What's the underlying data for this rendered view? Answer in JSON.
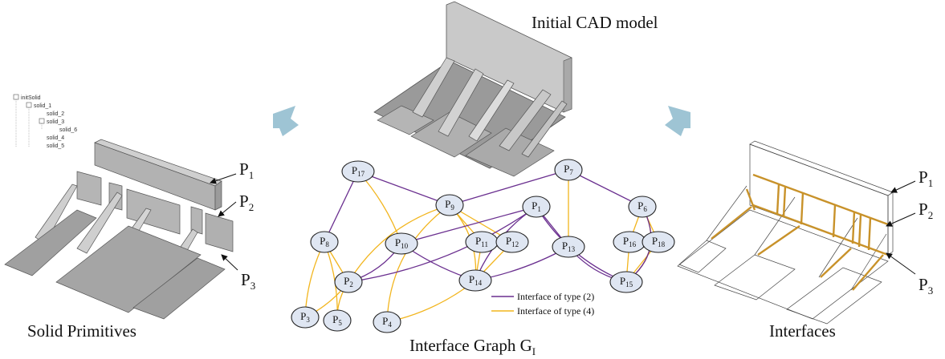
{
  "titles": {
    "cad_model": "Initial CAD model",
    "solid_primitives": "Solid Primitives",
    "interface_graph": "Interface Graph G",
    "interface_graph_sub": "I",
    "interfaces": "Interfaces"
  },
  "tree": [
    "initSolid",
    "solid_1",
    "solid_2",
    "solid_3",
    "solid_6",
    "solid_4",
    "solid_5"
  ],
  "left_labels": [
    {
      "base": "P",
      "sub": "1"
    },
    {
      "base": "P",
      "sub": "2"
    },
    {
      "base": "P",
      "sub": "3"
    }
  ],
  "right_labels": [
    {
      "base": "P",
      "sub": "1"
    },
    {
      "base": "P",
      "sub": "2"
    },
    {
      "base": "P",
      "sub": "3"
    }
  ],
  "legend": {
    "type2": "Interface of type (2)",
    "type4": "Interface of type (4)",
    "color_type2": "#6a2f8f",
    "color_type4": "#f2b51d"
  },
  "graph": {
    "nodes": [
      {
        "id": "P17",
        "base": "P",
        "sub": "17"
      },
      {
        "id": "P7",
        "base": "P",
        "sub": "7"
      },
      {
        "id": "P9",
        "base": "P",
        "sub": "9"
      },
      {
        "id": "P1",
        "base": "P",
        "sub": "1"
      },
      {
        "id": "P6",
        "base": "P",
        "sub": "6"
      },
      {
        "id": "P8",
        "base": "P",
        "sub": "8"
      },
      {
        "id": "P10",
        "base": "P",
        "sub": "10"
      },
      {
        "id": "P11",
        "base": "P",
        "sub": "11"
      },
      {
        "id": "P12",
        "base": "P",
        "sub": "12"
      },
      {
        "id": "P13",
        "base": "P",
        "sub": "13"
      },
      {
        "id": "P16",
        "base": "P",
        "sub": "16"
      },
      {
        "id": "P18",
        "base": "P",
        "sub": "18"
      },
      {
        "id": "P2",
        "base": "P",
        "sub": "2"
      },
      {
        "id": "P14",
        "base": "P",
        "sub": "14"
      },
      {
        "id": "P15",
        "base": "P",
        "sub": "15"
      },
      {
        "id": "P3",
        "base": "P",
        "sub": "3"
      },
      {
        "id": "P5",
        "base": "P",
        "sub": "5"
      },
      {
        "id": "P4",
        "base": "P",
        "sub": "4"
      }
    ],
    "edges_type2": [
      [
        "P17",
        "P9"
      ],
      [
        "P17",
        "P8"
      ],
      [
        "P9",
        "P7"
      ],
      [
        "P7",
        "P6"
      ],
      [
        "P6",
        "P15"
      ],
      [
        "P1",
        "P13"
      ],
      [
        "P1",
        "P14"
      ],
      [
        "P1",
        "P10"
      ],
      [
        "P1",
        "P2"
      ],
      [
        "P13",
        "P15"
      ],
      [
        "P13",
        "P14"
      ],
      [
        "P10",
        "P14"
      ],
      [
        "P10",
        "P2"
      ],
      [
        "P1",
        "P15"
      ]
    ],
    "edges_type4": [
      [
        "P17",
        "P10"
      ],
      [
        "P9",
        "P11"
      ],
      [
        "P9",
        "P12"
      ],
      [
        "P9",
        "P14"
      ],
      [
        "P7",
        "P13"
      ],
      [
        "P11",
        "P14"
      ],
      [
        "P12",
        "P14"
      ],
      [
        "P6",
        "P16"
      ],
      [
        "P6",
        "P18"
      ],
      [
        "P16",
        "P15"
      ],
      [
        "P18",
        "P15"
      ],
      [
        "P14",
        "P4"
      ],
      [
        "P8",
        "P2"
      ],
      [
        "P8",
        "P3"
      ],
      [
        "P8",
        "P5"
      ],
      [
        "P2",
        "P3"
      ],
      [
        "P2",
        "P5"
      ],
      [
        "P9",
        "P2"
      ],
      [
        "P6",
        "P15"
      ],
      [
        "P9",
        "P4"
      ]
    ]
  }
}
